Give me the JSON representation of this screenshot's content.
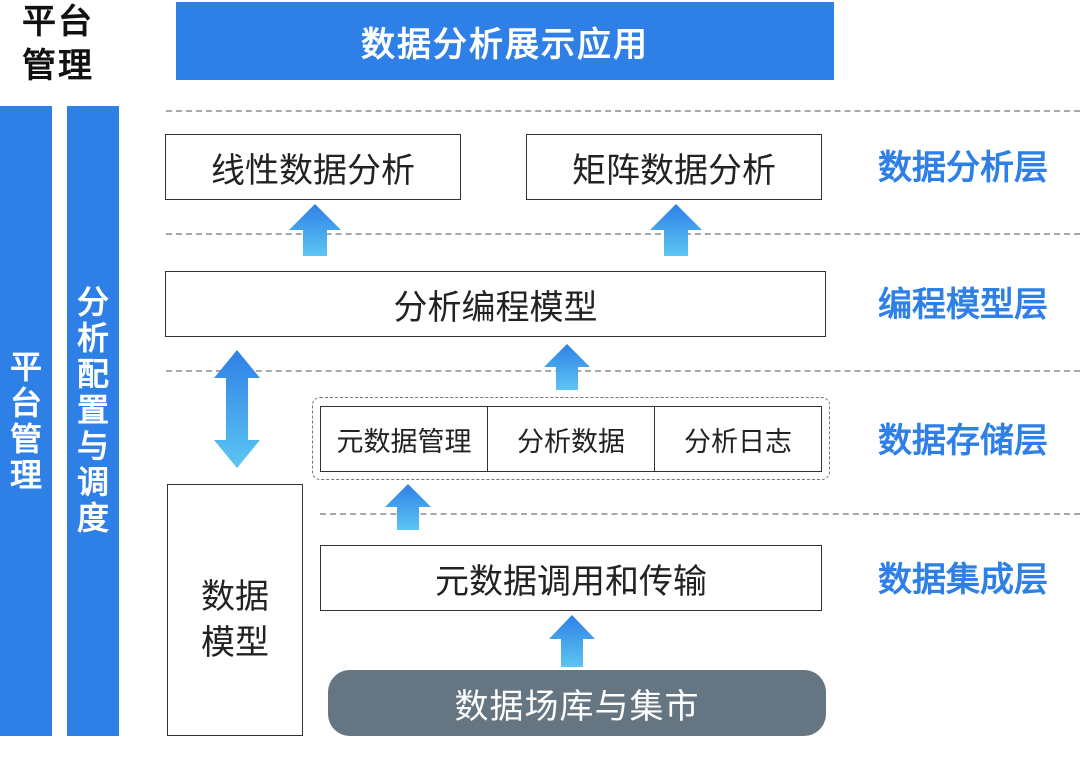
{
  "corner_title": "平台管理",
  "banner": "数据分析展示应用",
  "vertical_bars": {
    "left": "平台管理",
    "right": "分析配置与调度"
  },
  "analysis_layer": {
    "boxes": [
      "线性数据分析",
      "矩阵数据分析"
    ],
    "label": "数据分析层"
  },
  "programming_layer": {
    "box": "分析编程模型",
    "label": "编程模型层"
  },
  "storage_layer": {
    "cells": [
      "元数据管理",
      "分析数据",
      "分析日志"
    ],
    "label": "数据存储层"
  },
  "integration_layer": {
    "box": "元数据调用和传输",
    "label": "数据集成层"
  },
  "data_model": "数据模型",
  "source": "数据场库与集市",
  "colors": {
    "accent": "#2f80e6",
    "arrow_top": "#2f80e6",
    "arrow_bottom": "#5cc6f2",
    "pill": "#657682"
  }
}
